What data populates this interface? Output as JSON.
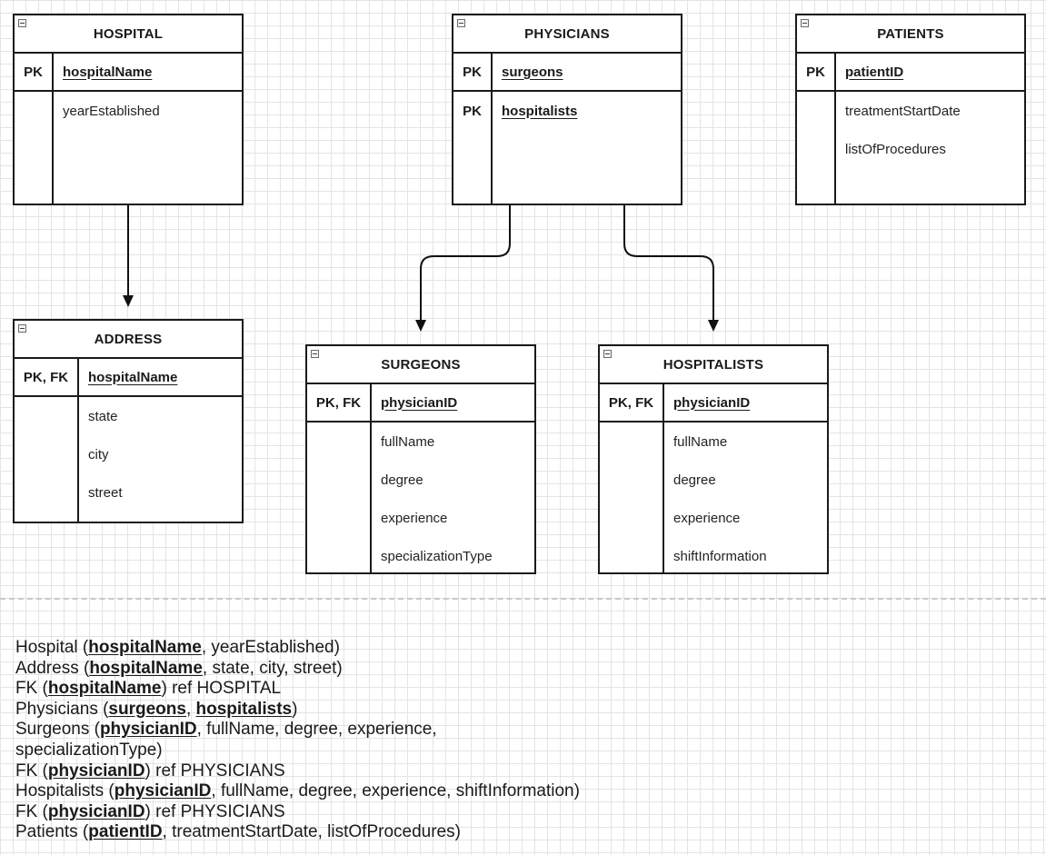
{
  "entities": {
    "hospital": {
      "title": "HOSPITAL",
      "pk_label": "PK",
      "pk_field": "hospitalName",
      "attrs": [
        "yearEstablished"
      ]
    },
    "physicians": {
      "title": "PHYSICIANS",
      "pk_label_1": "PK",
      "pk_field_1": "surgeons",
      "pk_label_2": "PK",
      "pk_field_2": "hospitalists"
    },
    "patients": {
      "title": "PATIENTS",
      "pk_label": "PK",
      "pk_field": "patientID",
      "attrs": [
        "treatmentStartDate",
        "listOfProcedures"
      ]
    },
    "address": {
      "title": "ADDRESS",
      "pk_label": "PK, FK",
      "pk_field": "hospitalName",
      "attrs": [
        "state",
        "city",
        "street"
      ]
    },
    "surgeons": {
      "title": "SURGEONS",
      "pk_label": "PK, FK",
      "pk_field": "physicianID",
      "attrs": [
        "fullName",
        "degree",
        "experience",
        "specializationType"
      ]
    },
    "hospitalists": {
      "title": "HOSPITALISTS",
      "pk_label": "PK, FK",
      "pk_field": "physicianID",
      "attrs": [
        "fullName",
        "degree",
        "experience",
        "shiftInformation"
      ]
    }
  },
  "schema": {
    "l1": {
      "a": "Hospital (",
      "k1": "hospitalName",
      "b": ", yearEstablished)"
    },
    "l2": {
      "a": "Address (",
      "k1": "hospitalName",
      "b": ", state, city, street)"
    },
    "l3": {
      "a": "FK (",
      "k1": "hospitalName",
      "b": ") ref HOSPITAL"
    },
    "l4": {
      "a": "Physicians (",
      "k1": "surgeons",
      "sep": ", ",
      "k2": "hospitalists",
      "b": ")"
    },
    "l5": {
      "a": "Surgeons (",
      "k1": "physicianID",
      "b": ", fullName, degree, experience,"
    },
    "l6": {
      "a": "specializationType)"
    },
    "l7": {
      "a": "FK (",
      "k1": "physicianID",
      "b": ") ref PHYSICIANS"
    },
    "l8": {
      "a": "Hospitalists (",
      "k1": "physicianID",
      "b": ", fullName, degree, experience, shiftInformation)"
    },
    "l9": {
      "a": "FK (",
      "k1": "physicianID",
      "b": ") ref PHYSICIANS"
    },
    "l10": {
      "a": "Patients (",
      "k1": "patientID",
      "b": ", treatmentStartDate, listOfProcedures)"
    }
  }
}
